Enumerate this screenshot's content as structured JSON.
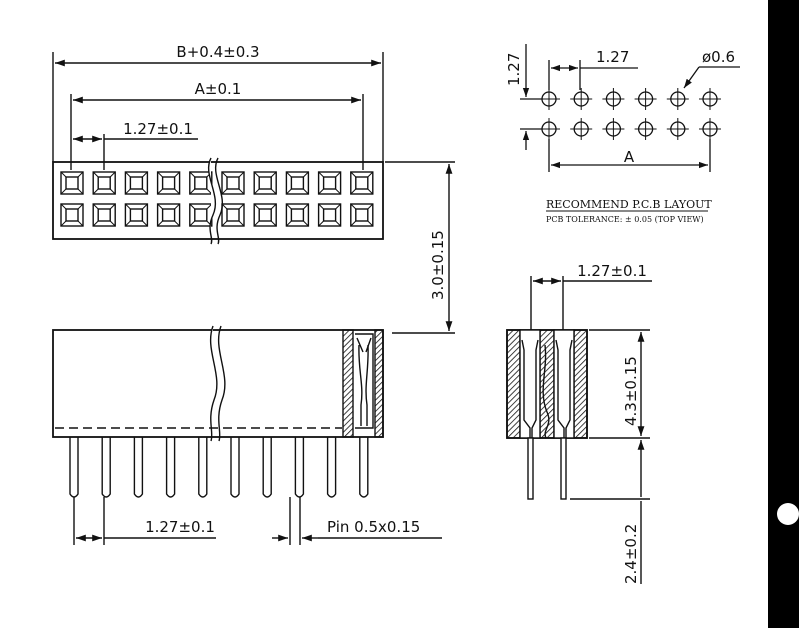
{
  "labels": {
    "overall_width": "B+0.4±0.3",
    "row_length": "A±0.1",
    "pitch_top": "1.27±0.1",
    "height": "3.0±0.15",
    "pcb_pitch_v": "1.27",
    "pcb_pitch_h": "1.27",
    "hole_dia": "ø0.6",
    "pcb_a": "A",
    "pcb_title": "RECOMMEND P.C.B LAYOUT",
    "pcb_tol": "PCB TOLERANCE: ± 0.05 (TOP VIEW)",
    "side_pitch": "1.27±0.1",
    "side_body_height": "4.3±0.15",
    "side_pin_length": "2.4±0.2",
    "front_pitch": "1.27±0.1",
    "pin_spec": "Pin  0.5x0.15"
  },
  "colors": {
    "line": "#111111",
    "background": "#ffffff",
    "sidebar": "#000000"
  }
}
